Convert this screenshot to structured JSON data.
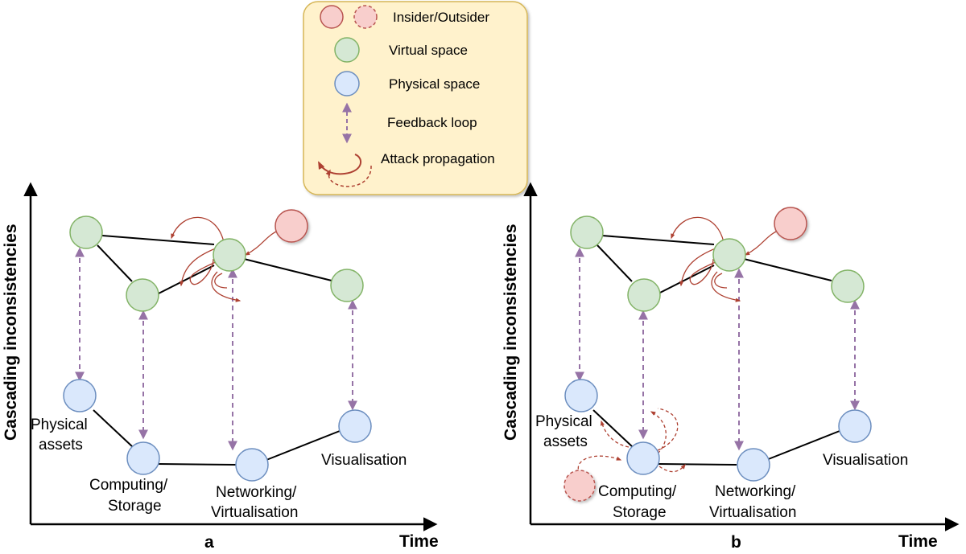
{
  "legend": {
    "items": [
      {
        "key": "insider_outsider",
        "label": "Insider/Outsider",
        "icon": "insider-outsider-icon",
        "fill": "#f8cecc",
        "stroke": "#b85450"
      },
      {
        "key": "virtual_space",
        "label": "Virtual space",
        "icon": "virtual-node-icon",
        "fill": "#d5e8d4",
        "stroke": "#82b366"
      },
      {
        "key": "physical_space",
        "label": "Physical space",
        "icon": "physical-node-icon",
        "fill": "#dae8fc",
        "stroke": "#6c8ebf"
      },
      {
        "key": "feedback_loop",
        "label": "Feedback loop",
        "icon": "feedback-loop-icon",
        "color": "#9673a6"
      },
      {
        "key": "attack_propagation",
        "label": "Attack propagation",
        "icon": "attack-propagation-icon",
        "color": "#ae4132"
      }
    ],
    "background": "#fff2cc",
    "border": "#d6b656"
  },
  "panels": [
    {
      "id": "a",
      "letter": "a",
      "y_axis_label": "Cascading inconsistencies",
      "x_axis_label": "Time",
      "physical_labels": {
        "physical_assets": [
          "Physical",
          "assets"
        ],
        "computing_storage": [
          "Computing/",
          "Storage"
        ],
        "networking_virtualisation": [
          "Networking/",
          "Virtualisation"
        ],
        "visualisation": [
          "Visualisation"
        ]
      }
    },
    {
      "id": "b",
      "letter": "b",
      "y_axis_label": "Cascading inconsistencies",
      "x_axis_label": "Time",
      "physical_labels": {
        "physical_assets": [
          "Physical",
          "assets"
        ],
        "computing_storage": [
          "Computing/",
          "Storage"
        ],
        "networking_virtualisation": [
          "Networking/",
          "Virtualisation"
        ],
        "visualisation": [
          "Visualisation"
        ]
      }
    }
  ],
  "colors": {
    "virtual_fill": "#d5e8d4",
    "virtual_stroke": "#82b366",
    "physical_fill": "#dae8fc",
    "physical_stroke": "#6c8ebf",
    "attacker_fill": "#f8cecc",
    "attacker_stroke": "#b85450",
    "feedback": "#9673a6",
    "attack": "#ae4132",
    "edge": "#000000"
  }
}
